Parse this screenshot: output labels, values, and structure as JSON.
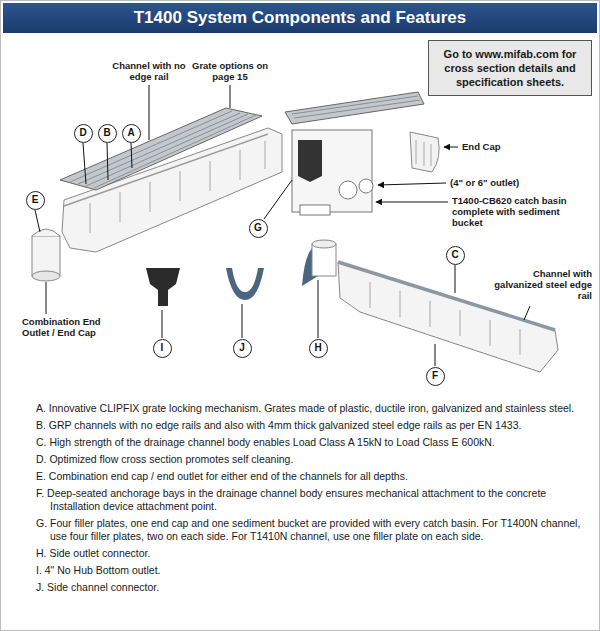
{
  "diagram": {
    "title": "T1400 System Components and Features",
    "nodes": [
      {
        "text": [
          "Go to www.mifab.com for cross section details and specification sheets."
        ]
      }
    ],
    "labels": [
      "Channel with no edge rail",
      "Grate options on page 15",
      "D",
      "B",
      "A",
      "End Cap",
      "(4\" or 6\" outlet)",
      "T1400-CB620 catch basin complete with sediment bucket",
      "E",
      "G",
      "C",
      "Channel with galvanized steel edge rail",
      "Combination End Outlet / End Cap",
      "I",
      "J",
      "H",
      "F",
      "A. Innovative CLIPFIX grate locking mechanism. Grates made of plastic, ductile iron, galvanized and stainless steel.",
      "B. GRP channels with no edge rails and also with 4mm thick galvanized steel edge rails as per EN 1433.",
      "C. High strength of the drainage channel body enables Load Class A 15kN to Load Class E 600kN.",
      "D. Optimized flow cross section promotes self cleaning.",
      "E. Combination end cap / end outlet for either end of the channels for all depths.",
      "F. Deep-seated anchorage bays in the drainage channel body ensures mechanical attachment to the concrete Installation device attachment point.",
      "G. Four filler plates, one end cap and one sediment bucket are provided with every catch basin. For T1400N channel, use four filler plates, two on each side. For T1410N channel, use one filler plate on each side.",
      "H. Side outlet connector.",
      "I. 4\" No Hub Bottom outlet.",
      "J. Side channel connector."
    ]
  }
}
